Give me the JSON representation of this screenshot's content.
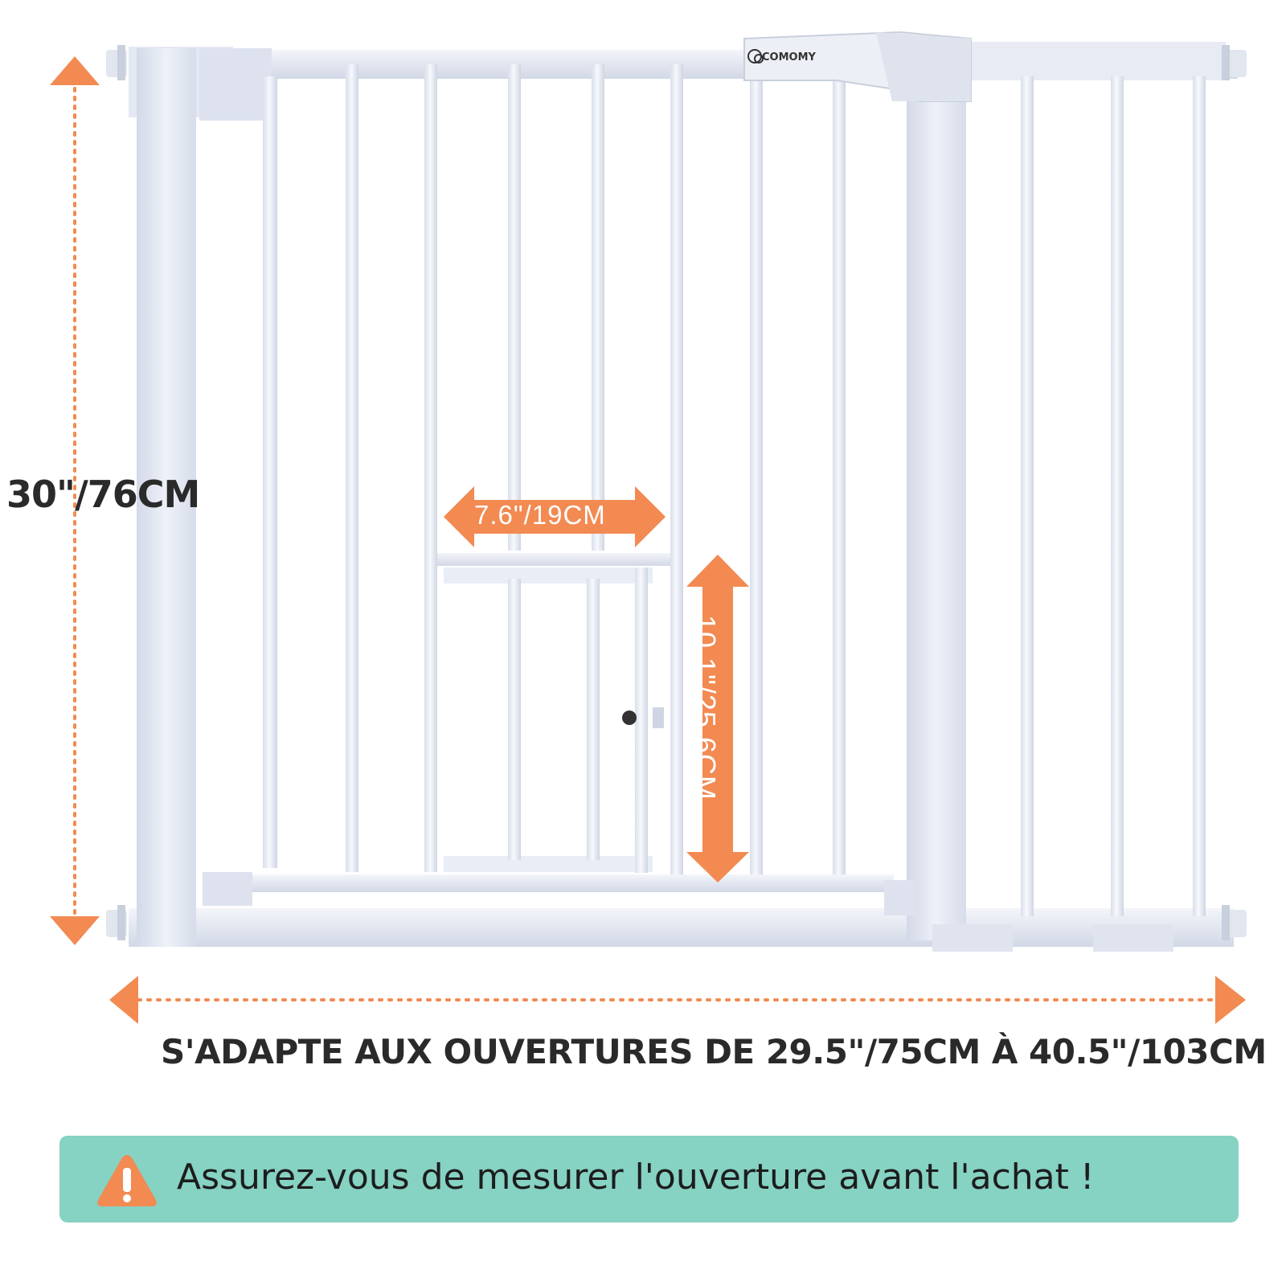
{
  "image": {
    "description_type": "product dimension photo",
    "subject": "white pressure-mounted baby safety gate with small pet door"
  },
  "brand": {
    "name": "COMOMY"
  },
  "dimensions": {
    "gate_height": "30\"/76CM",
    "pet_door_width": "7.6\"/19CM",
    "pet_door_height": "10.1\"/25.6CM",
    "opening_range": "S'ADAPTE AUX OUVERTURES DE 29.5\"/75CM À 40.5\"/103CM"
  },
  "notice": {
    "text": "Assurez-vous de mesurer l'ouverture avant l'achat !",
    "icon": "warning-icon"
  },
  "colors": {
    "accent_orange": "#f28a52",
    "notice_bg": "#86d2c3",
    "gate_white": "#e9edf6",
    "text_dark": "#2a2a2a"
  }
}
